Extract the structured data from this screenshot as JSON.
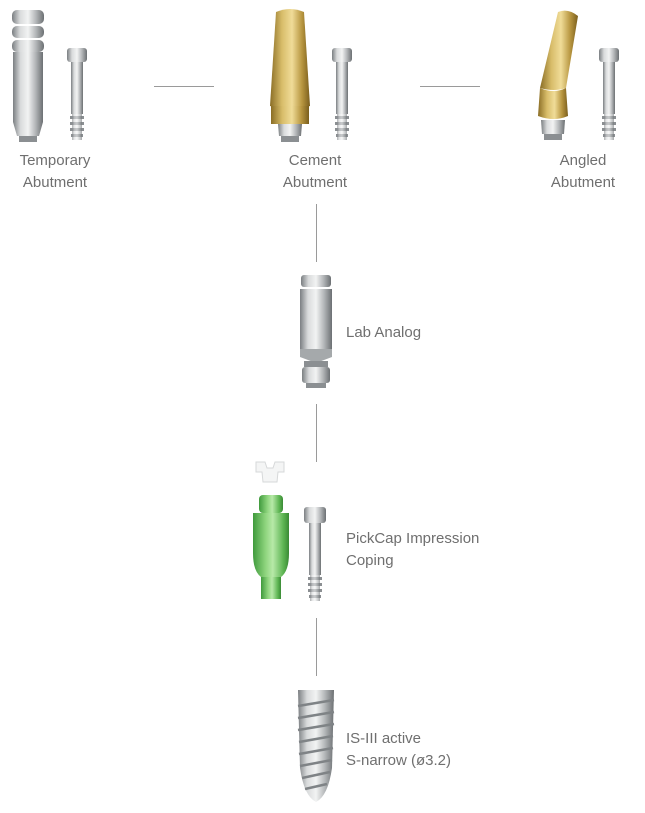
{
  "components": {
    "temporary_abutment": {
      "line1": "Temporary",
      "line2": "Abutment"
    },
    "cement_abutment": {
      "line1": "Cement",
      "line2": "Abutment"
    },
    "angled_abutment": {
      "line1": "Angled",
      "line2": "Abutment"
    },
    "lab_analog": {
      "label": "Lab Analog"
    },
    "pickcap": {
      "line1": "PickCap Impression",
      "line2": "Coping"
    },
    "implant": {
      "line1": "IS-III active",
      "line2": "S-narrow (ø3.2)"
    }
  },
  "colors": {
    "titanium": "#bfc2c4",
    "gold": "#c9ae5c",
    "green": "#74c267",
    "line": "#9a9a9a",
    "text": "#6f6f6f"
  }
}
